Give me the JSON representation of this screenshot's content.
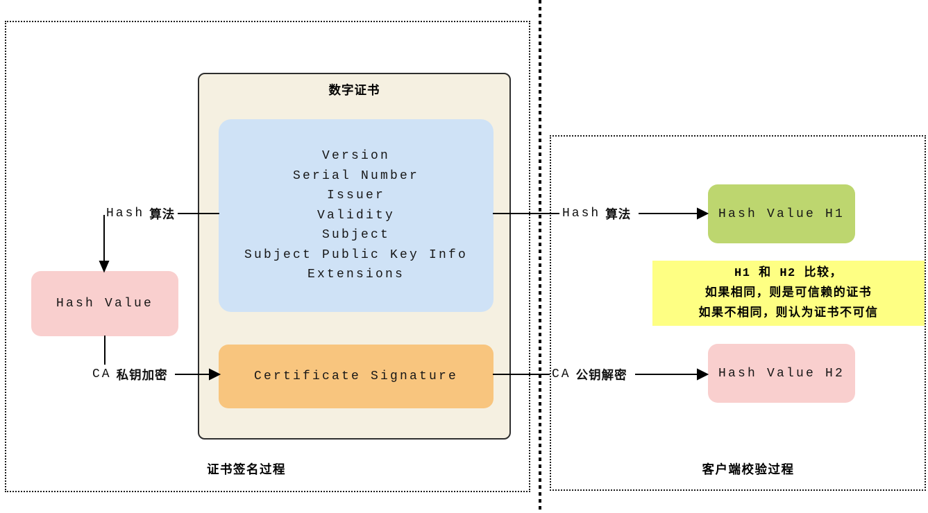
{
  "left_panel": {
    "caption": "证书签名过程",
    "hash_algo": {
      "en": "Hash",
      "zh": "算法"
    },
    "hash_value_box": "Hash Value",
    "ca_encrypt": {
      "en": "CA",
      "zh": "私钥加密"
    },
    "certificate": {
      "title": "数字证书",
      "tbs_fields": [
        "Version",
        "Serial Number",
        "Issuer",
        "Validity",
        "Subject",
        "Subject Public Key Info",
        "Extensions"
      ],
      "signature_box": "Certificate Signature"
    }
  },
  "right_panel": {
    "caption": "客户端校验过程",
    "hash_algo": {
      "en": "Hash",
      "zh": "算法"
    },
    "hash_value_h1_box": "Hash Value H1",
    "compare_note": {
      "line1": "H1 和 H2 比较，",
      "line2": "如果相同，则是可信赖的证书",
      "line3": "如果不相同，则认为证书不可信"
    },
    "ca_decrypt": {
      "en": "CA",
      "zh": "公钥解密"
    },
    "hash_value_h2_box": "Hash Value H2"
  },
  "colors": {
    "certificate_bg": "#f5f0e1",
    "fields_bg": "#cfe2f6",
    "signature_bg": "#f8c57e",
    "hash_value_bg": "#f9cfce",
    "hash_h1_bg": "#bdd66f",
    "hash_h2_bg": "#f9cfce",
    "note_bg": "#feff83",
    "line_color": "#000000"
  }
}
